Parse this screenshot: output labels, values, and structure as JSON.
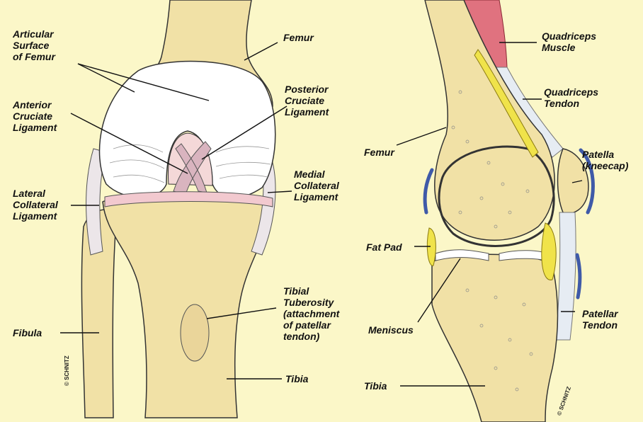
{
  "labels": {
    "articular_surface": "Articular\nSurface\nof Femur",
    "anterior_cruciate": "Anterior\nCruciate\nLigament",
    "lateral_collateral": "Lateral\nCollateral\nLigament",
    "fibula": "Fibula",
    "femur_front": "Femur",
    "posterior_cruciate": "Posterior\nCruciate\nLigament",
    "medial_collateral": "Medial\nCollateral\nLigament",
    "tibial_tuberosity": "Tibial\nTuberosity\n(attachment\nof patellar\ntendon)",
    "tibia_front": "Tibia",
    "quadriceps_muscle": "Quadriceps\nMuscle",
    "quadriceps_tendon": "Quadriceps\nTendon",
    "femur_side": "Femur",
    "patella": "Patella\n(kneecap)",
    "fat_pad": "Fat Pad",
    "meniscus": "Meniscus",
    "patellar_tendon": "Patellar\nTendon",
    "tibia_side": "Tibia"
  },
  "credits": {
    "left": "© SCHNITZ",
    "right": "© SCHNITZ"
  },
  "colors": {
    "background": "#fbf7c8",
    "bone": "#f1e1a6",
    "cartilage": "#ffffff",
    "ligament": "#d9c9d3",
    "fat_pad": "#f0e34a",
    "bursa": "#3f5aa8",
    "muscle": "#e0727f"
  }
}
